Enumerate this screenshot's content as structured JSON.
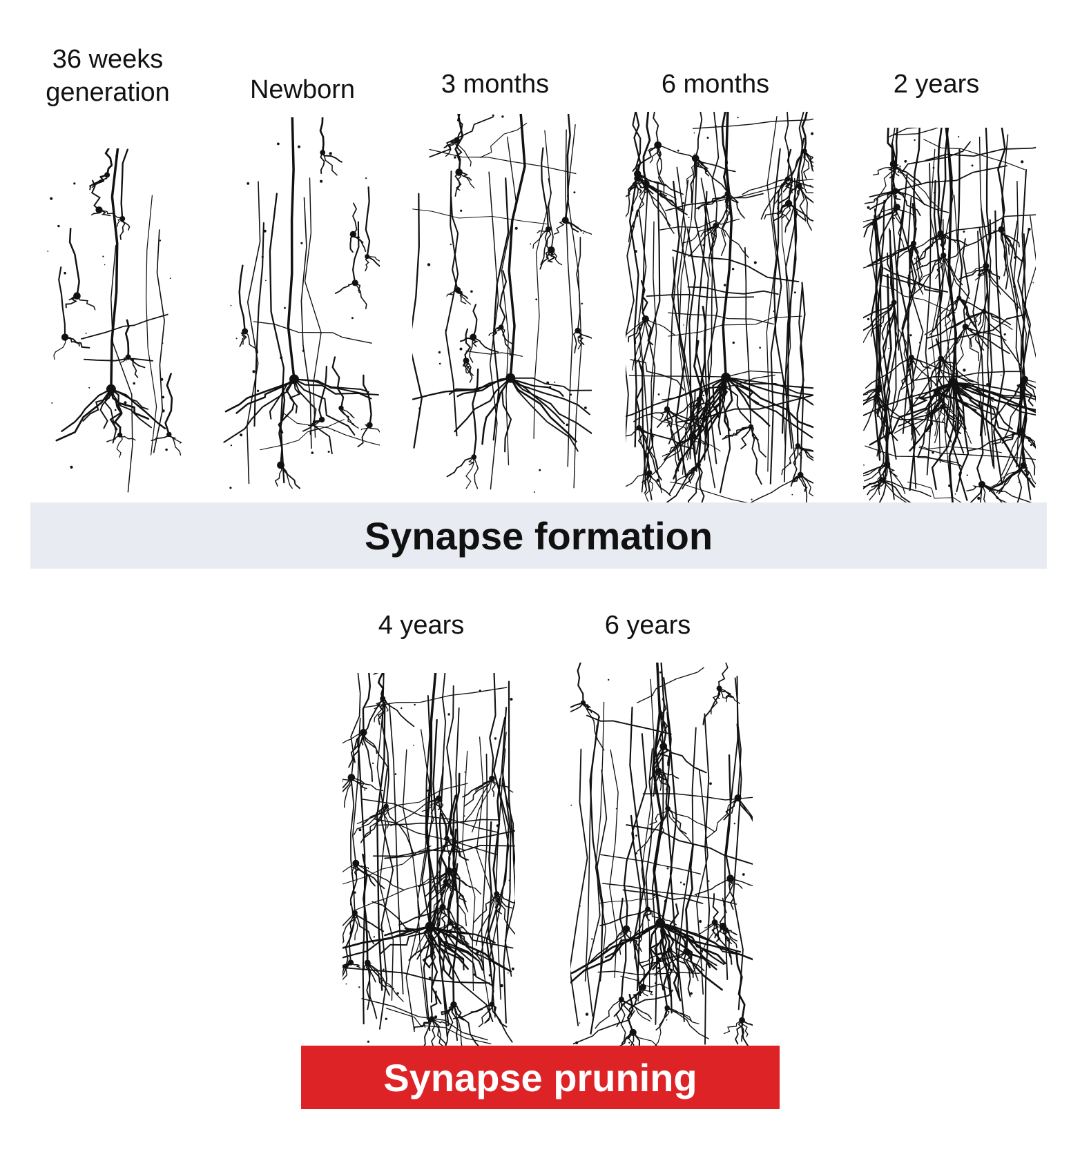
{
  "colors": {
    "formation_banner_bg": "#e8ebf2",
    "formation_banner_text": "#111111",
    "pruning_banner_bg": "#de2326",
    "pruning_banner_text": "#ffffff",
    "neuron_ink": "#111111"
  },
  "stages": [
    {
      "label_line1": "36 weeks",
      "label_line2": "generation",
      "density": 0.1
    },
    {
      "label_line1": "Newborn",
      "label_line2": "",
      "density": 0.18
    },
    {
      "label_line1": "3 months",
      "label_line2": "",
      "density": 0.3
    },
    {
      "label_line1": "6 months",
      "label_line2": "",
      "density": 0.85
    },
    {
      "label_line1": "2 years",
      "label_line2": "",
      "density": 1.0
    },
    {
      "label_line1": "4 years",
      "label_line2": "",
      "density": 0.75
    },
    {
      "label_line1": "6 years",
      "label_line2": "",
      "density": 0.65
    }
  ],
  "banners": {
    "formation": "Synapse formation",
    "pruning": "Synapse pruning"
  }
}
